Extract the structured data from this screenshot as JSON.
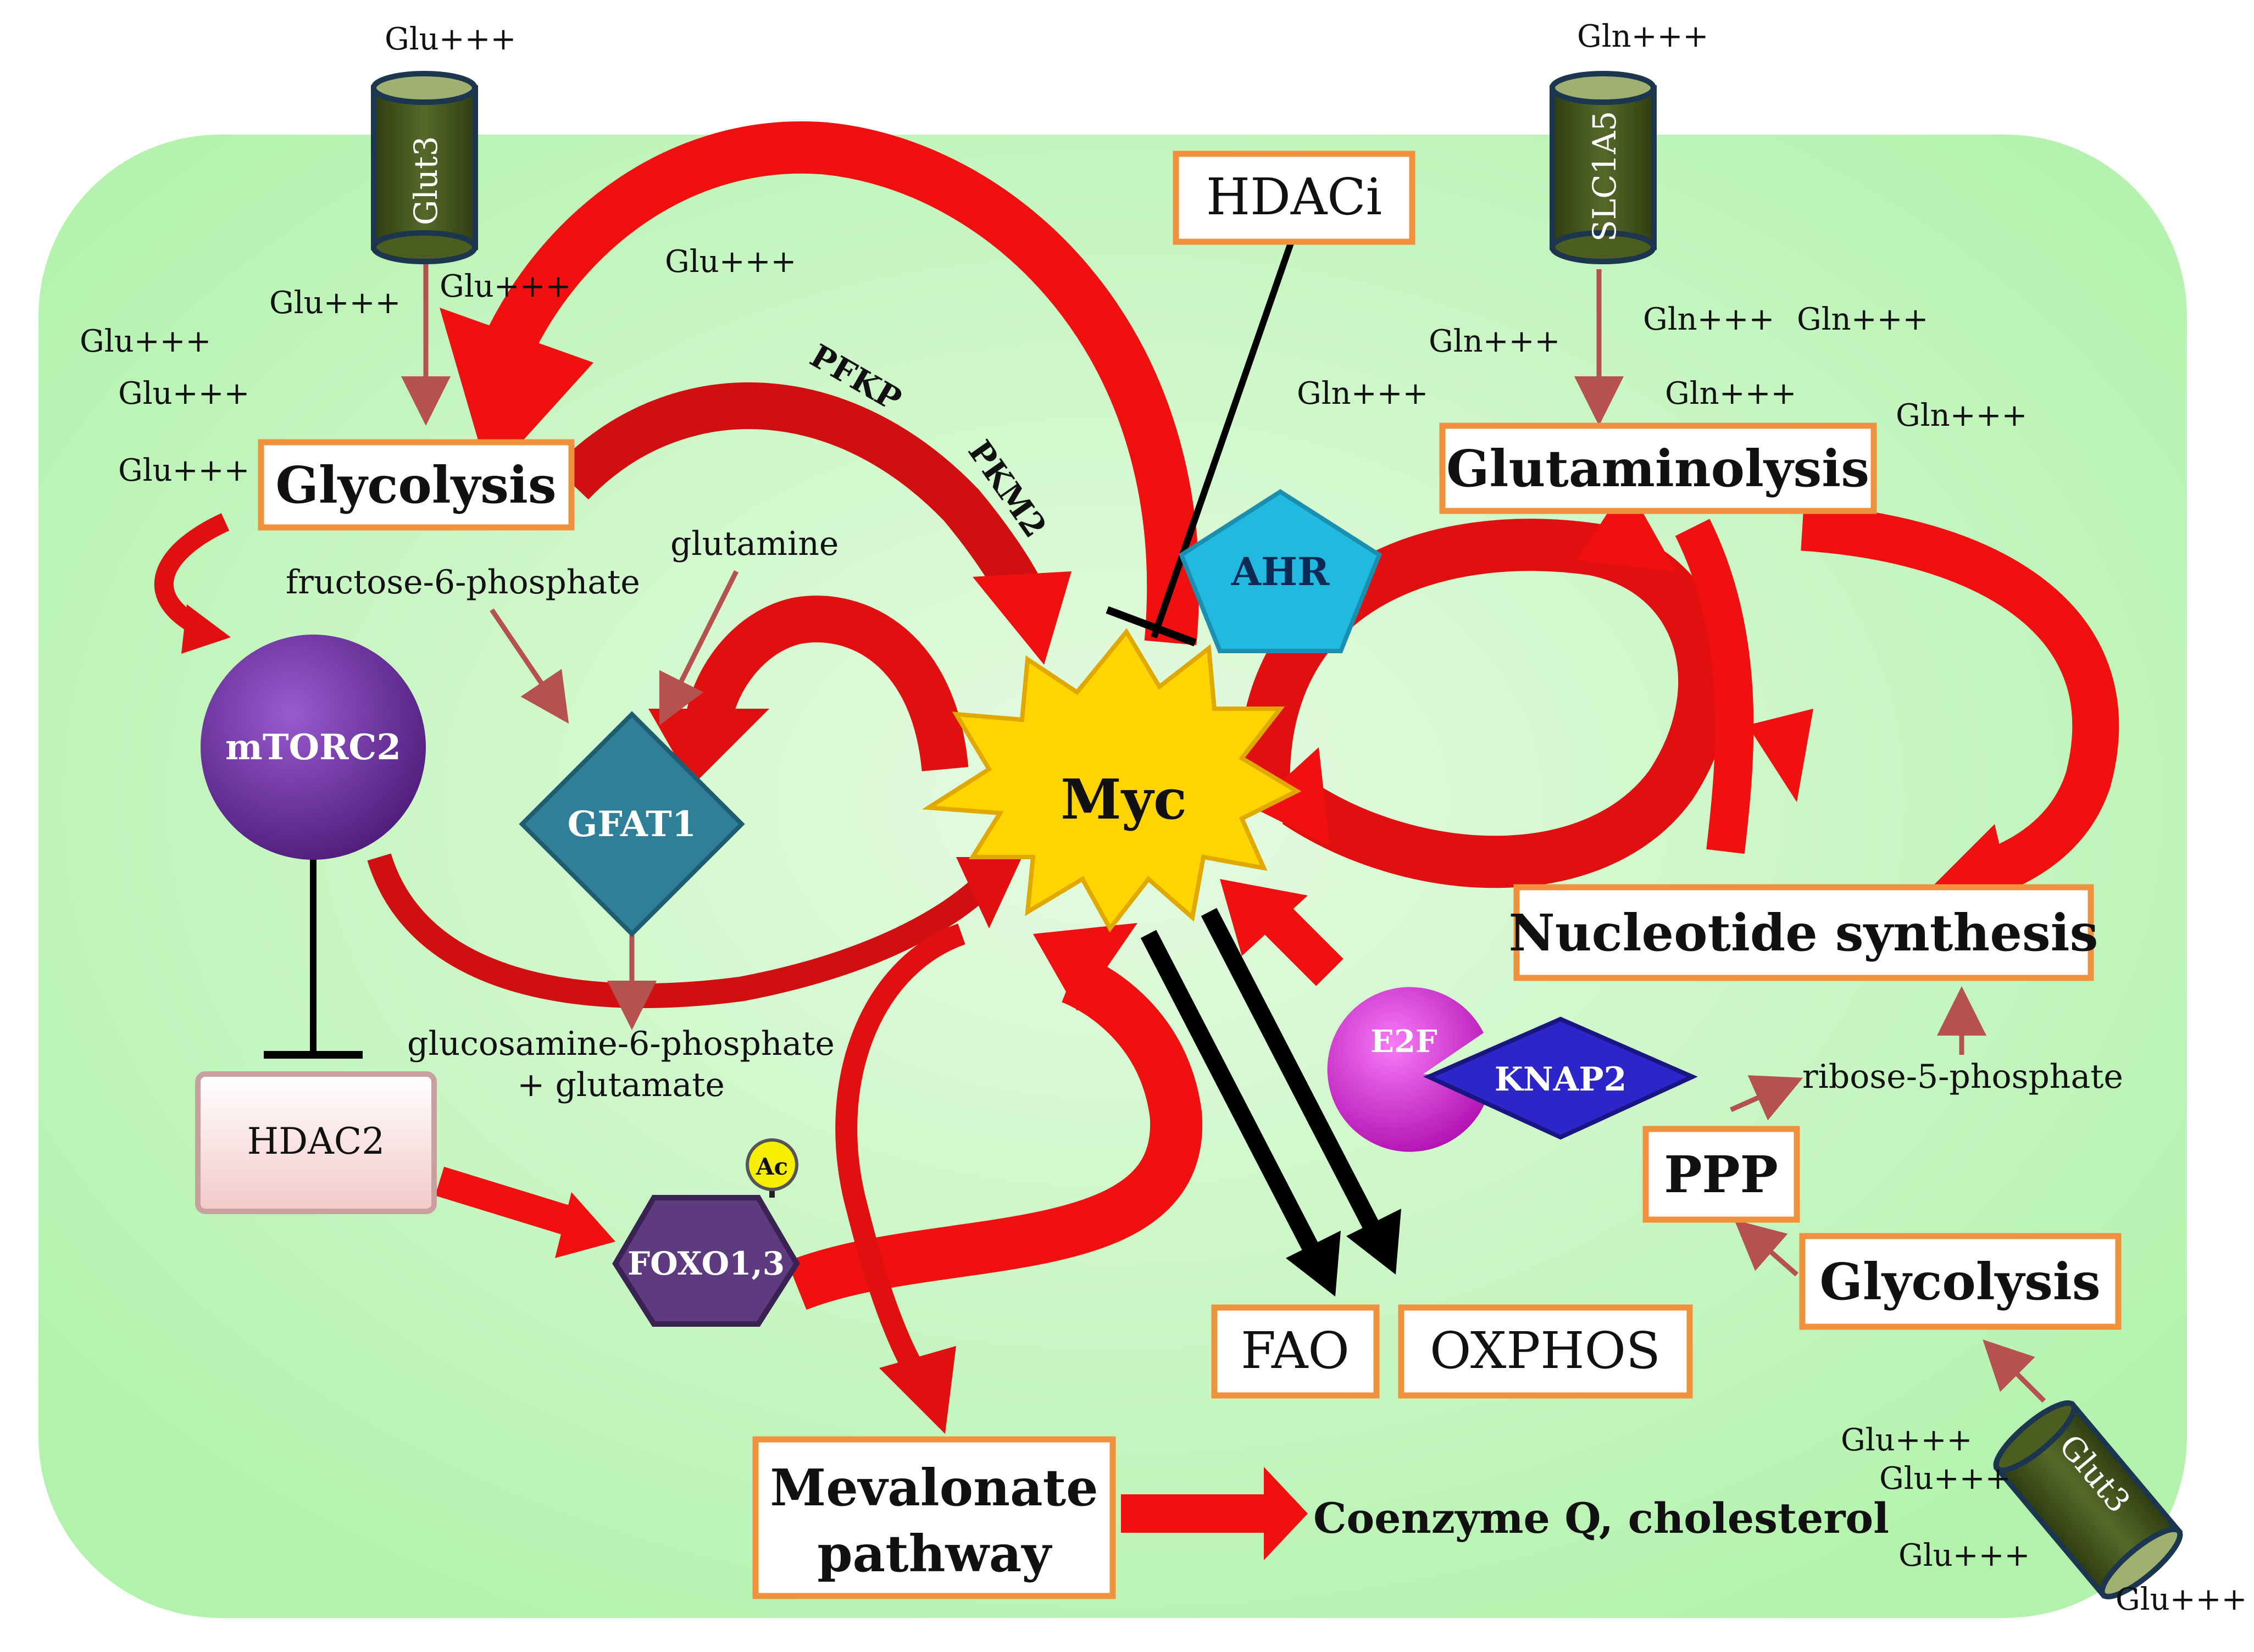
{
  "colors": {
    "cell_fill_inner": "#e6fbe2",
    "cell_fill_outer": "#b2f2ac",
    "arrow_red": "#f01010",
    "arrow_dark_red": "#b30000",
    "arrow_brown": "#b5524f",
    "box_border": "#f0923d",
    "inhibit_black": "#000000",
    "transporter_green": "#4b5e20",
    "mtorc2_purple": "#6d2d9e",
    "gfat1_teal": "#2f7f98",
    "foxo_purple": "#5d3b7e",
    "ahr_cyan": "#21b9e0",
    "myc_yellow": "#ffd400",
    "e2f_magenta": "#e02ee0",
    "knap2_blue": "#2c25c9",
    "hdac2_pink": "#fde3e3",
    "ac_yellow": "#f6ee00"
  },
  "icons": [
    "glut3-transporter-icon",
    "slc1a5-transporter-icon",
    "myc-starburst-icon",
    "ahr-pentagon-icon",
    "gfat1-diamond-icon",
    "foxo-hexagon-icon",
    "mtorc2-circle-icon",
    "e2f-circle-icon",
    "knap2-diamond-icon"
  ],
  "transporters": {
    "glut3_top": "Glut3",
    "slc1a5": "SLC1A5",
    "glut3_bottom": "Glut3"
  },
  "glu_labels": [
    "Glu+++",
    "Glu+++",
    "Glu+++",
    "Glu+++",
    "Glu+++",
    "Glu+++",
    "Glu+++"
  ],
  "glu_labels_bottom": [
    "Glu+++",
    "Glu+++",
    "Glu+++",
    "Glu+++"
  ],
  "gln_labels": [
    "Gln+++",
    "Gln+++",
    "Gln+++",
    "Gln+++",
    "Gln+++",
    "Gln+++",
    "Gln+++"
  ],
  "boxes": {
    "glycolysis_left": "Glycolysis",
    "hdaci": "HDACi",
    "glutaminolysis": "Glutaminolysis",
    "nucleotide_synthesis": "Nucleotide synthesis",
    "ppp": "PPP",
    "glycolysis_right": "Glycolysis",
    "fao": "FAO",
    "oxphos": "OXPHOS",
    "mevalonate_line1": "Mevalonate",
    "mevalonate_line2": "pathway"
  },
  "nodes": {
    "myc": "Myc",
    "ahr": "AHR",
    "mtorc2": "mTORC2",
    "gfat1": "GFAT1",
    "hdac2": "HDAC2",
    "foxo": "FOXO1,3",
    "ac": "Ac",
    "e2f": "E2F",
    "knap2": "KNAP2"
  },
  "labels": {
    "pfkp": "PFKP",
    "pkm2": "PKM2",
    "fructose": "fructose-6-phosphate",
    "glutamine": "glutamine",
    "glucosamine_line1": "glucosamine-6-phosphate",
    "glucosamine_line2": "+ glutamate",
    "ribose": "ribose-5-phosphate",
    "coenzyme": "Coenzyme Q, cholesterol"
  }
}
